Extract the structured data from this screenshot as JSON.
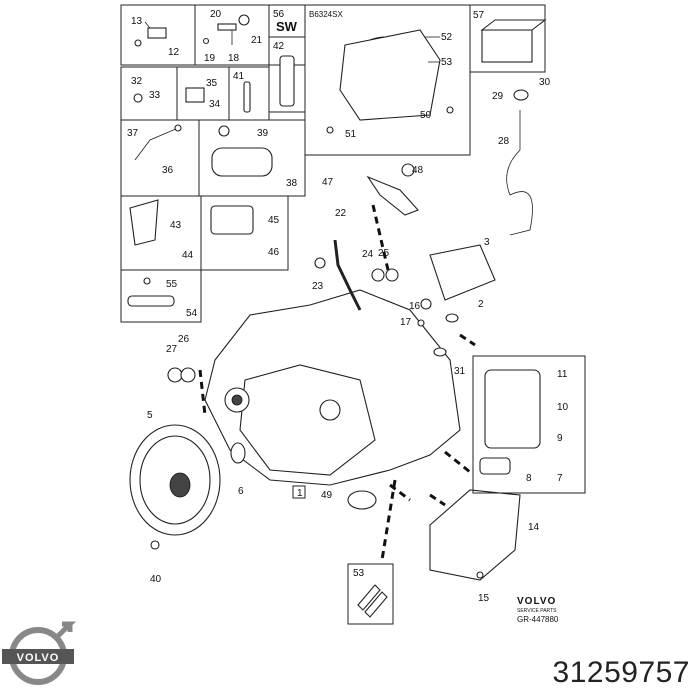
{
  "brand": {
    "logo_text": "VOLVO",
    "accent": "#1a1a1a"
  },
  "part_number": "31259757",
  "diagram": {
    "engine_code": "B6324SX",
    "sw_label": "SW",
    "volvo_service_label": "VOLVO",
    "volvo_service_sub": "SERVICE PARTS",
    "reference": "GR-447880",
    "callouts": [
      "13",
      "12",
      "20",
      "19",
      "18",
      "21",
      "56",
      "42",
      "57",
      "52",
      "53",
      "50",
      "51",
      "32",
      "33",
      "35",
      "34",
      "41",
      "30",
      "29",
      "28",
      "37",
      "36",
      "39",
      "38",
      "48",
      "47",
      "22",
      "43",
      "44",
      "45",
      "46",
      "25",
      "24",
      "3",
      "2",
      "55",
      "54",
      "23",
      "16",
      "17",
      "26",
      "27",
      "31",
      "5",
      "6",
      "1",
      "49",
      "11",
      "10",
      "9",
      "8",
      "7",
      "14",
      "40",
      "53",
      "15"
    ]
  }
}
